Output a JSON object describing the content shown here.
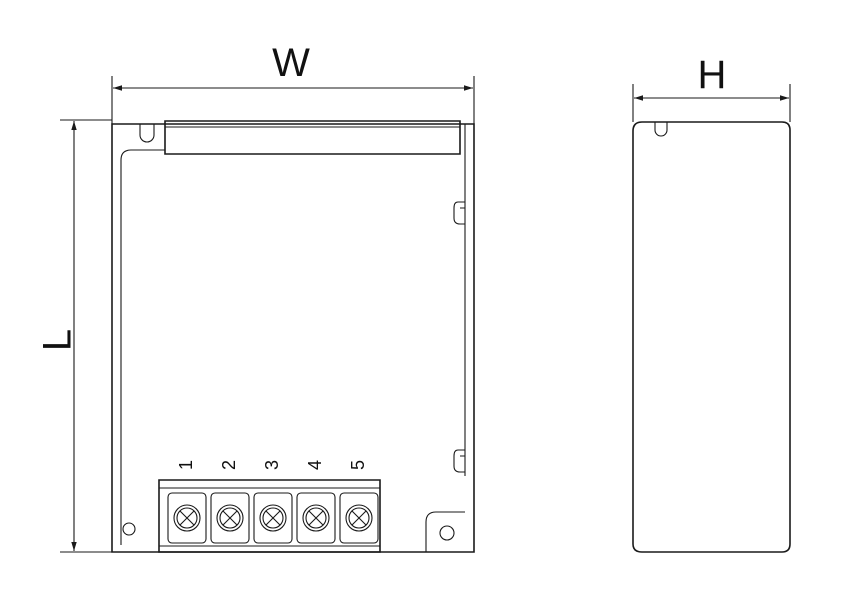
{
  "dimensions": {
    "width_label": "W",
    "height_label": "H",
    "length_label": "L"
  },
  "terminal_block": {
    "terminals": [
      "1",
      "2",
      "3",
      "4",
      "5"
    ]
  },
  "colors": {
    "line": "#1a1a1a",
    "background": "#ffffff"
  }
}
